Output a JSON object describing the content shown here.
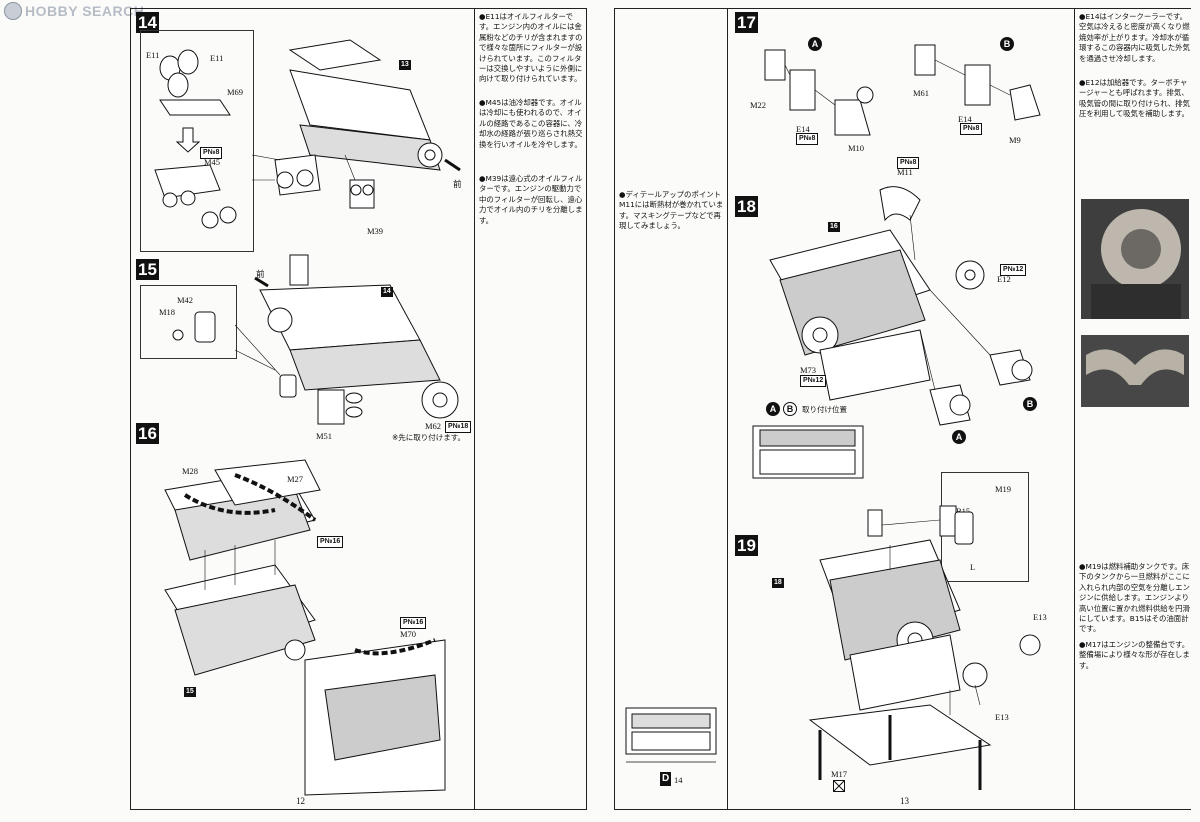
{
  "watermark": {
    "logo_text": "HOBBY SEARCH"
  },
  "left_page": {
    "page_number": "12",
    "step14": {
      "num": "14",
      "labels": {
        "e11a": "E11",
        "e11b": "E11",
        "m69": "M69",
        "p8": "P№8",
        "m45": "M45",
        "ref13": "13",
        "front": "前",
        "m39": "M39"
      }
    },
    "step15": {
      "num": "15",
      "labels": {
        "m42": "M42",
        "m18": "M18",
        "front": "前",
        "ref14": "14",
        "m51": "M51",
        "m62": "M62",
        "p18": "P№18",
        "note": "※先に取り付けます。"
      }
    },
    "step16": {
      "num": "16",
      "labels": {
        "m28": "M28",
        "m27": "M27",
        "p16a": "P№16",
        "p16b": "P№16",
        "m70": "M70",
        "ref15": "15"
      }
    },
    "notes": [
      "●E11はオイルフィルターです。エンジン内のオイルには金属粉などのチリが含まれますので様々な箇所にフィルターが設けられています。このフィルターは交換しやすいように外側に向けて取り付けられています。",
      "●M45は油冷却器です。オイルは冷却にも使われるので、オイルの経路であるこの容器に、冷却水の経路が張り巡らされ熱交換を行いオイルを冷やします。",
      "●M39は遠心式のオイルフィルターです。エンジンの駆動力で中のフィルターが回転し、遠心力でオイル内のチリを分離します。"
    ]
  },
  "right_page": {
    "page_number": "13",
    "left_note": "●ディテールアップのポイントM11には断熱材が巻かれています。マスキングテープなどで再現してみましょう。",
    "d14_ref": "D",
    "d14_num": "14",
    "step17": {
      "num": "17",
      "circles": {
        "a": "A",
        "b": "B"
      },
      "labels": {
        "m22": "M22",
        "e14a": "E14",
        "p8a": "P№8",
        "m10": "M10",
        "m61": "M61",
        "e14b": "E14",
        "p8b": "P№8",
        "m9": "M9"
      }
    },
    "step18": {
      "num": "18",
      "labels": {
        "p8": "P№8",
        "m11": "M11",
        "ref16": "16",
        "p12a": "P№12",
        "e12": "E12",
        "m73": "M73",
        "p12b": "P№12",
        "circle_b": "B",
        "circle_a": "A",
        "pos_a": "A",
        "pos_b": "B",
        "pos_text": "取り付け位置"
      }
    },
    "step19": {
      "num": "19",
      "labels": {
        "m19": "M19",
        "b15": "B15",
        "l": "L",
        "ref18": "18",
        "e13a": "E13",
        "e13b": "E13",
        "m17": "M17"
      }
    },
    "notes": [
      "●E14はインタークーラーです。空気は冷えると密度が高くなり燃焼効率が上がります。冷却水が循環するこの容器内に吸気した外気を通過させ冷却します。",
      "●E12は加給器です。ターボチャージャーとも呼ばれます。排気、吸気管の間に取り付けられ、排気圧を利用して吸気を補助します。",
      "●M19は燃料補助タンクです。床下のタンクから一旦燃料がここに入れられ内部の空気を分離しエンジンに供給します。エンジンより高い位置に置かれ燃料供給を円滑にしています。B15はその油面計です。",
      "●M17はエンジンの整備台です。整備場により様々な形が存在します。"
    ]
  }
}
